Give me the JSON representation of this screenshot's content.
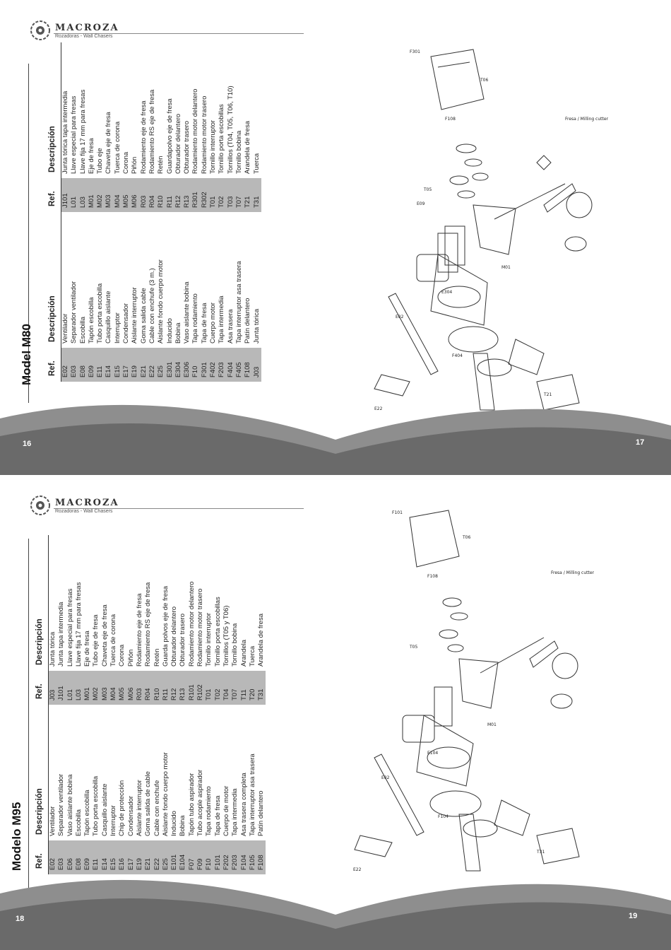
{
  "brand": {
    "name": "MACROZA",
    "tagline": "Rozadoras - Wall Chasers"
  },
  "headers": {
    "ref": "Ref.",
    "desc": "Descripción"
  },
  "pages": [
    {
      "title": "Model M80",
      "left_page": "16",
      "right_page": "17",
      "col1": [
        [
          "E02",
          "Ventilador"
        ],
        [
          "E03",
          "Separador ventilador"
        ],
        [
          "E08",
          "Escobilla"
        ],
        [
          "E09",
          "Tapón escobilla"
        ],
        [
          "E11",
          "Tubo porta escobilla"
        ],
        [
          "E14",
          "Casquillo aislante"
        ],
        [
          "E15",
          "Interruptor"
        ],
        [
          "E17",
          "Condensador"
        ],
        [
          "E19",
          "Aislante interruptor"
        ],
        [
          "E21",
          "Goma salida cable"
        ],
        [
          "E22",
          "Cable con enchufe (3 m.)"
        ],
        [
          "E25",
          "Aislante fondo cuerpo motor"
        ],
        [
          "E301",
          "Inducido"
        ],
        [
          "E304",
          "Bobina"
        ],
        [
          "E306",
          "Vaso aislante bobina"
        ],
        [
          "F10",
          "Tapa rodamiento"
        ],
        [
          "F301",
          "Tapa de fresa"
        ],
        [
          "F402",
          "Cuerpo motor"
        ],
        [
          "F203",
          "Tapa intermedia"
        ],
        [
          "F404",
          "Asa trasera"
        ],
        [
          "F405",
          "Tapa interruptor asa trasera"
        ],
        [
          "F108",
          "Patín delantero"
        ],
        [
          "J03",
          "Junta tórica"
        ]
      ],
      "col2": [
        [
          "J101",
          "Junta tórica tapa intermedia"
        ],
        [
          "L01",
          "Llave especial para fresas"
        ],
        [
          "L03",
          "Llave fija 17 mm para fresas"
        ],
        [
          "M01",
          "Eje de fresa"
        ],
        [
          "M02",
          "Tubo eje"
        ],
        [
          "M03",
          "Chaveta eje de fresa"
        ],
        [
          "M04",
          "Tuerca de corona"
        ],
        [
          "M05",
          "Corona"
        ],
        [
          "M06",
          "Piñón"
        ],
        [
          "R03",
          "Rodamiento eje de fresa"
        ],
        [
          "R04",
          "Rodamiento RS eje de fresa"
        ],
        [
          "R10",
          "Retén"
        ],
        [
          "R11",
          "Guardapolvo eje de fresa"
        ],
        [
          "R12",
          "Obturador delantero"
        ],
        [
          "R13",
          "Obturador trasero"
        ],
        [
          "R301",
          "Rodamiento motor delantero"
        ],
        [
          "R302",
          "Rodamiento motor trasero"
        ],
        [
          "T01",
          "Tornillo interruptor"
        ],
        [
          "T02",
          "Tornillo porta escobillas"
        ],
        [
          "T03",
          "Tornillos (T04, T05, T06, T10)"
        ],
        [
          "T07",
          "Tornillo bobina"
        ],
        [
          "T21",
          "Arandela de fresa"
        ],
        [
          "T31",
          "Tuerca"
        ]
      ],
      "diagram_note": "Fresa / Milling cutter"
    },
    {
      "title": "Modelo M95",
      "left_page": "18",
      "right_page": "19",
      "col1": [
        [
          "E02",
          "Ventilador"
        ],
        [
          "E03",
          "Separador ventilador"
        ],
        [
          "E06",
          "Vaso aislante bobina"
        ],
        [
          "E08",
          "Escobilla"
        ],
        [
          "E09",
          "Tapón escobilla"
        ],
        [
          "E11",
          "Tubo porta escobilla"
        ],
        [
          "E14",
          "Casquillo aislante"
        ],
        [
          "E15",
          "Interruptor"
        ],
        [
          "E16",
          "Chip de protección"
        ],
        [
          "E17",
          "Condensador"
        ],
        [
          "E19",
          "Aislante interruptor"
        ],
        [
          "E21",
          "Goma salida de cable"
        ],
        [
          "E22",
          "Cable con enchufe"
        ],
        [
          "E25",
          "Aislante fondo cuerpo motor"
        ],
        [
          "E101",
          "Inducido"
        ],
        [
          "E104",
          "Bobina"
        ],
        [
          "F07",
          "Tapón tubo aspirador"
        ],
        [
          "F09",
          "Tubo acople aspirador"
        ],
        [
          "F10",
          "Tapa rodamiento"
        ],
        [
          "F101",
          "Tapa de fresa"
        ],
        [
          "F202",
          "Cuerpo de motor"
        ],
        [
          "F203",
          "Tapa intermedia"
        ],
        [
          "F104",
          "Asa trasera completa"
        ],
        [
          "F105",
          "Tapa interruptor asa trasera"
        ],
        [
          "F108",
          "Patín delantero"
        ]
      ],
      "col2": [
        [
          "J03",
          "Junta tórica"
        ],
        [
          "J101",
          "Junta tapa intermedia"
        ],
        [
          "L01",
          "Llave especial para fresas"
        ],
        [
          "L03",
          "Llave fija 17 mm para fresas"
        ],
        [
          "M01",
          "Eje de fresa"
        ],
        [
          "M02",
          "Tubo eje de fresa"
        ],
        [
          "M03",
          "Chaveta eje de fresa"
        ],
        [
          "M04",
          "Tuerca de corona"
        ],
        [
          "M05",
          "Corona"
        ],
        [
          "M06",
          "Piñón"
        ],
        [
          "R03",
          "Rodamiento eje de fresa"
        ],
        [
          "R04",
          "Rodamiento RS eje de fresa"
        ],
        [
          "R10",
          "Retén"
        ],
        [
          "R11",
          "Guarda polvos eje de fresa"
        ],
        [
          "R12",
          "Obturador delantero"
        ],
        [
          "R13",
          "Obturador trasero"
        ],
        [
          "R101",
          "Rodamiento motor delantero"
        ],
        [
          "R102",
          "Rodamiento motor trasero"
        ],
        [
          "T01",
          "Tornillo interruptor"
        ],
        [
          "T02",
          "Tornillo porta escobillas"
        ],
        [
          "T04",
          "Tornillos (T05 y T06)"
        ],
        [
          "T07",
          "Tornillo bobina"
        ],
        [
          "T11",
          "Arandela"
        ],
        [
          "T20",
          "Tuerca"
        ],
        [
          "T31",
          "Arandela de fresa"
        ]
      ],
      "diagram_note": "Fresa / Milling cutter"
    }
  ]
}
